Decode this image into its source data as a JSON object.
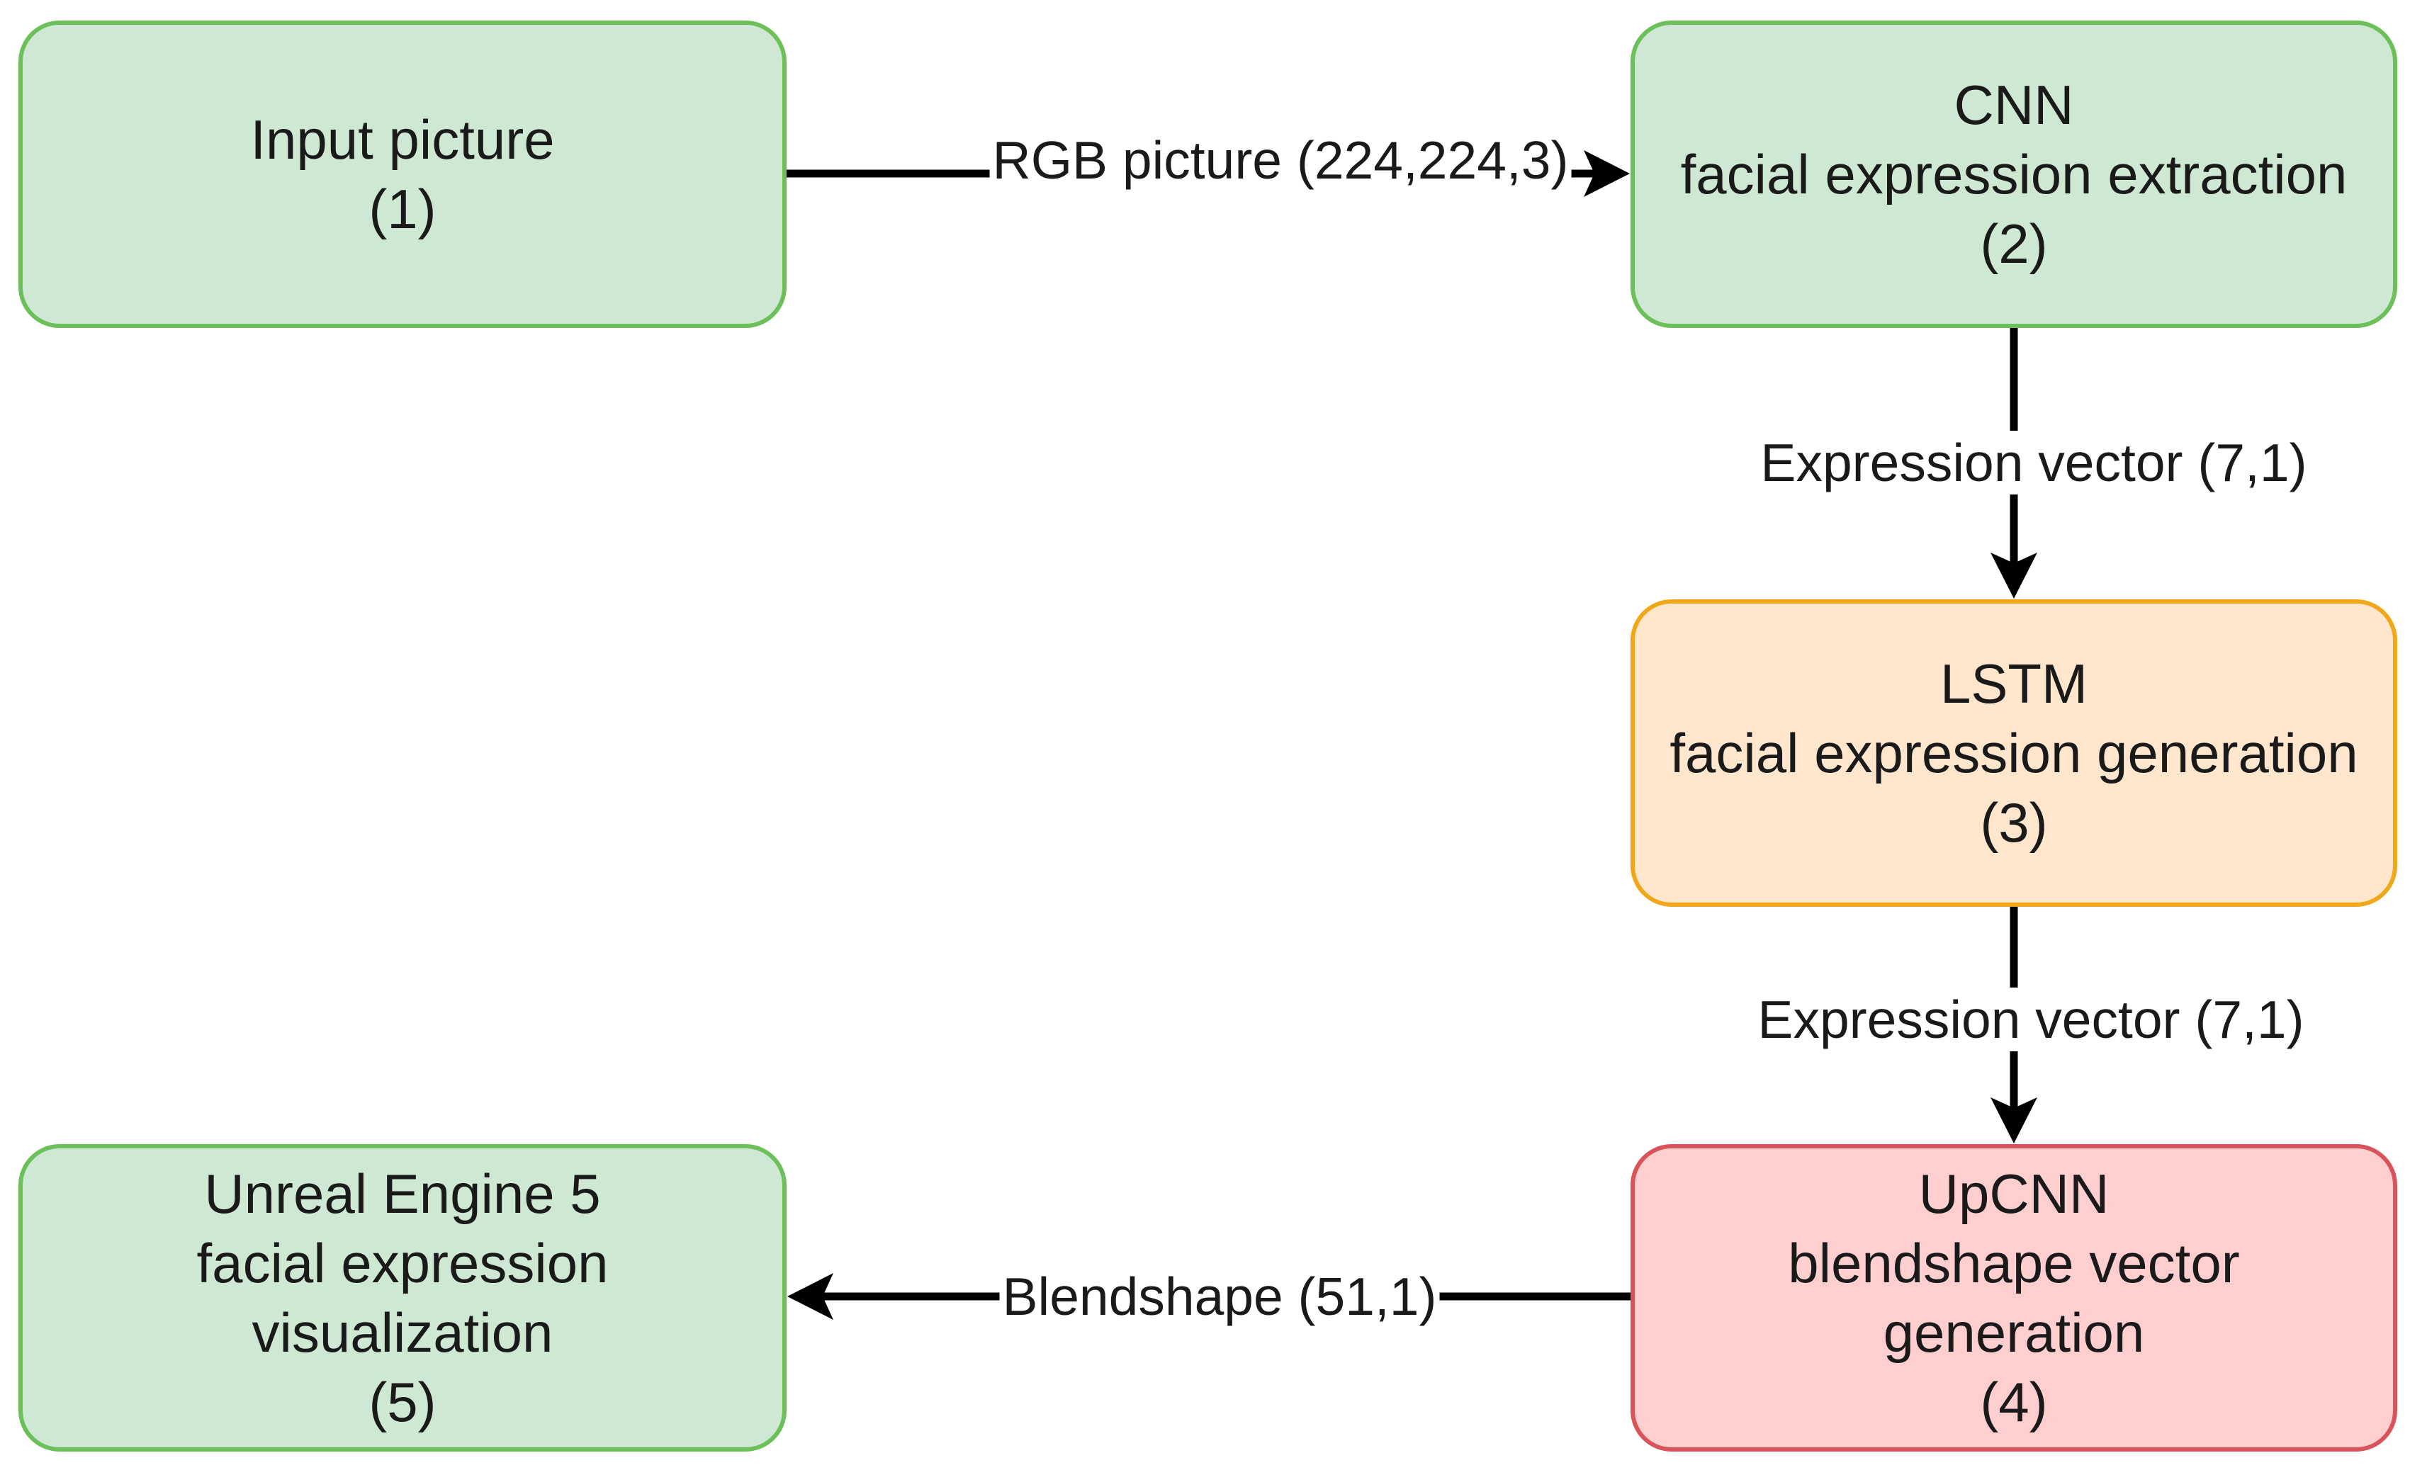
{
  "nodes": [
    {
      "id": "n1",
      "lines": [
        "Input picture",
        "(1)"
      ],
      "fill": "#cfe8d4",
      "border": "#6cc05a"
    },
    {
      "id": "n2",
      "lines": [
        "CNN",
        "facial expression extraction",
        "(2)"
      ],
      "fill": "#cfe8d4",
      "border": "#6cc05a"
    },
    {
      "id": "n3",
      "lines": [
        "LSTM",
        "facial expression generation",
        "(3)"
      ],
      "fill": "#ffe6cc",
      "border": "#f0a81a"
    },
    {
      "id": "n4",
      "lines": [
        "UpCNN",
        "blendshape vector",
        "generation",
        "(4)"
      ],
      "fill": "#ffcfcf",
      "border": "#d9545a"
    },
    {
      "id": "n5",
      "lines": [
        "Unreal Engine 5",
        "facial expression",
        "visualization",
        "(5)"
      ],
      "fill": "#cfe8d4",
      "border": "#6cc05a"
    }
  ],
  "edges": [
    {
      "from": "n1",
      "to": "n2",
      "label": "RGB picture (224,224,3)"
    },
    {
      "from": "n2",
      "to": "n3",
      "label": "Expression vector (7,1)"
    },
    {
      "from": "n3",
      "to": "n4",
      "label": "Expression vector (7,1)"
    },
    {
      "from": "n4",
      "to": "n5",
      "label": "Blendshape (51,1)"
    }
  ]
}
